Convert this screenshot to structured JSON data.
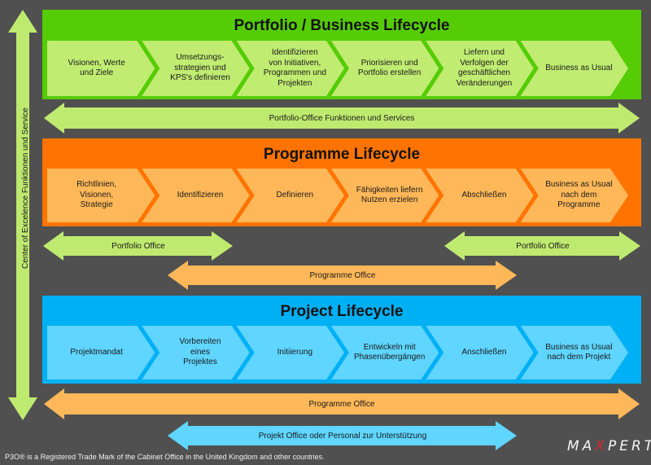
{
  "colors": {
    "background": "#505050",
    "portfolio_band": "#55cc05",
    "portfolio_step": "#c0ec72",
    "programme_band": "#ff7400",
    "programme_step": "#ffb859",
    "project_band": "#00b0f5",
    "project_step": "#5fd5ff",
    "green_arrow": "#bfea70",
    "orange_arrow": "#ffb859",
    "blue_arrow": "#5fd5ff"
  },
  "side_arrow": {
    "label": "Center of Excelence Funktionen und Service"
  },
  "portfolio": {
    "title": "Portfolio / Business Lifecycle",
    "steps": [
      "Visionen, Werte\nund Ziele",
      "Umsetzungs-\nstrategien und\nKPS's definieren",
      "Identifizieren\nvon Initiativen,\nProgrammen und\nProjekten",
      "Priorisieren und\nPortfolio erstellen",
      "Liefern und\nVerfolgen der\ngeschäftlichen\nVeränderungen",
      "Business as Usual"
    ],
    "arrow_label": "Portfolio-Office Funktionen und Services"
  },
  "programme": {
    "title": "Programme Lifecycle",
    "steps": [
      "Richtlinien,\nVisionen,\nStrategie",
      "Identifizieren",
      "Definieren",
      "Fähigkeiten liefern\nNutzen erzielen",
      "Abschließen",
      "Business as Usual\nnach dem Programme"
    ],
    "arrows": {
      "portfolio_office_left": "Portfolio Office",
      "portfolio_office_right": "Portfolio Office",
      "programme_office": "Programme Office"
    }
  },
  "project": {
    "title": "Project Lifecycle",
    "steps": [
      "Projektmandat",
      "Vorbereiten\neines\nProjektes",
      "Initiierung",
      "Entwickeln mit\nPhasenübergängen",
      "Anschließen",
      "Business as Usual\nnach dem Projekt"
    ],
    "arrows": {
      "programme_office": "Programme Office",
      "project_office": "Projekt Office oder Personal zur Unterstützung"
    }
  },
  "footer": {
    "trademark": "P3O® is a Registered Trade Mark of the Cabinet Office in the United Kingdom and other countries."
  },
  "logo": {
    "pre": "MA",
    "x": "X",
    "post": "PERT",
    "reg": "®"
  }
}
